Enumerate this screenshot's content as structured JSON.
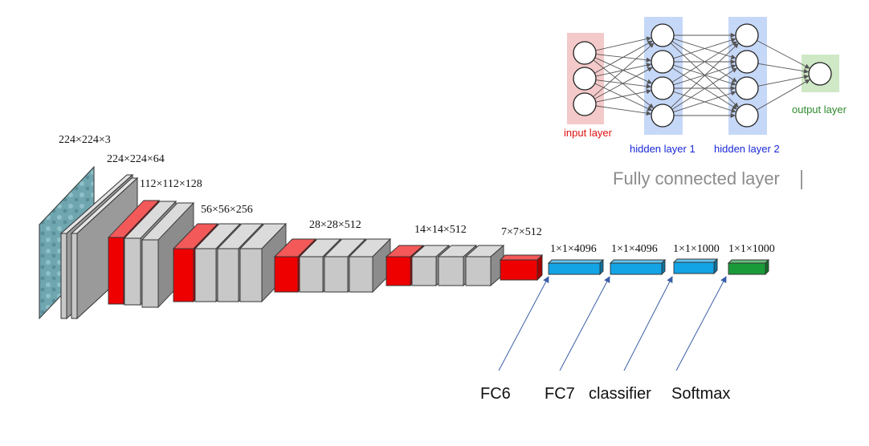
{
  "colors": {
    "input_image": "#6fa6b0",
    "conv": "#c8c8c8",
    "pool": "#ee0000",
    "fc": "#13a4e6",
    "softmax": "#1a9b3a",
    "input_band": "#f4c9c9",
    "hidden_band": "#c6d8f8",
    "output_band": "#cfe8c6",
    "input_text": "#e01010",
    "hidden_text": "#1a28d8",
    "output_text": "#2f8a2f",
    "arrow": "#3a5fa8"
  },
  "cnn": {
    "dims": {
      "input": "224×224×3",
      "conv1": "224×224×64",
      "conv2": "112×112×128",
      "conv3": "56×56×256",
      "conv4": "28×28×512",
      "conv5": "14×14×512",
      "pool5": "7×7×512",
      "fc6": "1×1×4096",
      "fc7": "1×1×4096",
      "fc8": "1×1×1000",
      "softmax": "1×1×1000"
    },
    "bottom_labels": {
      "fc6": "FC6",
      "fc7": "FC7",
      "classifier": "classifier",
      "softmax": "Softmax"
    }
  },
  "fc_network": {
    "title": "Fully connected layer",
    "layers": [
      {
        "label": "input layer",
        "nodes": 3
      },
      {
        "label": "hidden layer 1",
        "nodes": 4
      },
      {
        "label": "hidden layer 2",
        "nodes": 4
      },
      {
        "label": "output layer",
        "nodes": 1
      }
    ]
  }
}
